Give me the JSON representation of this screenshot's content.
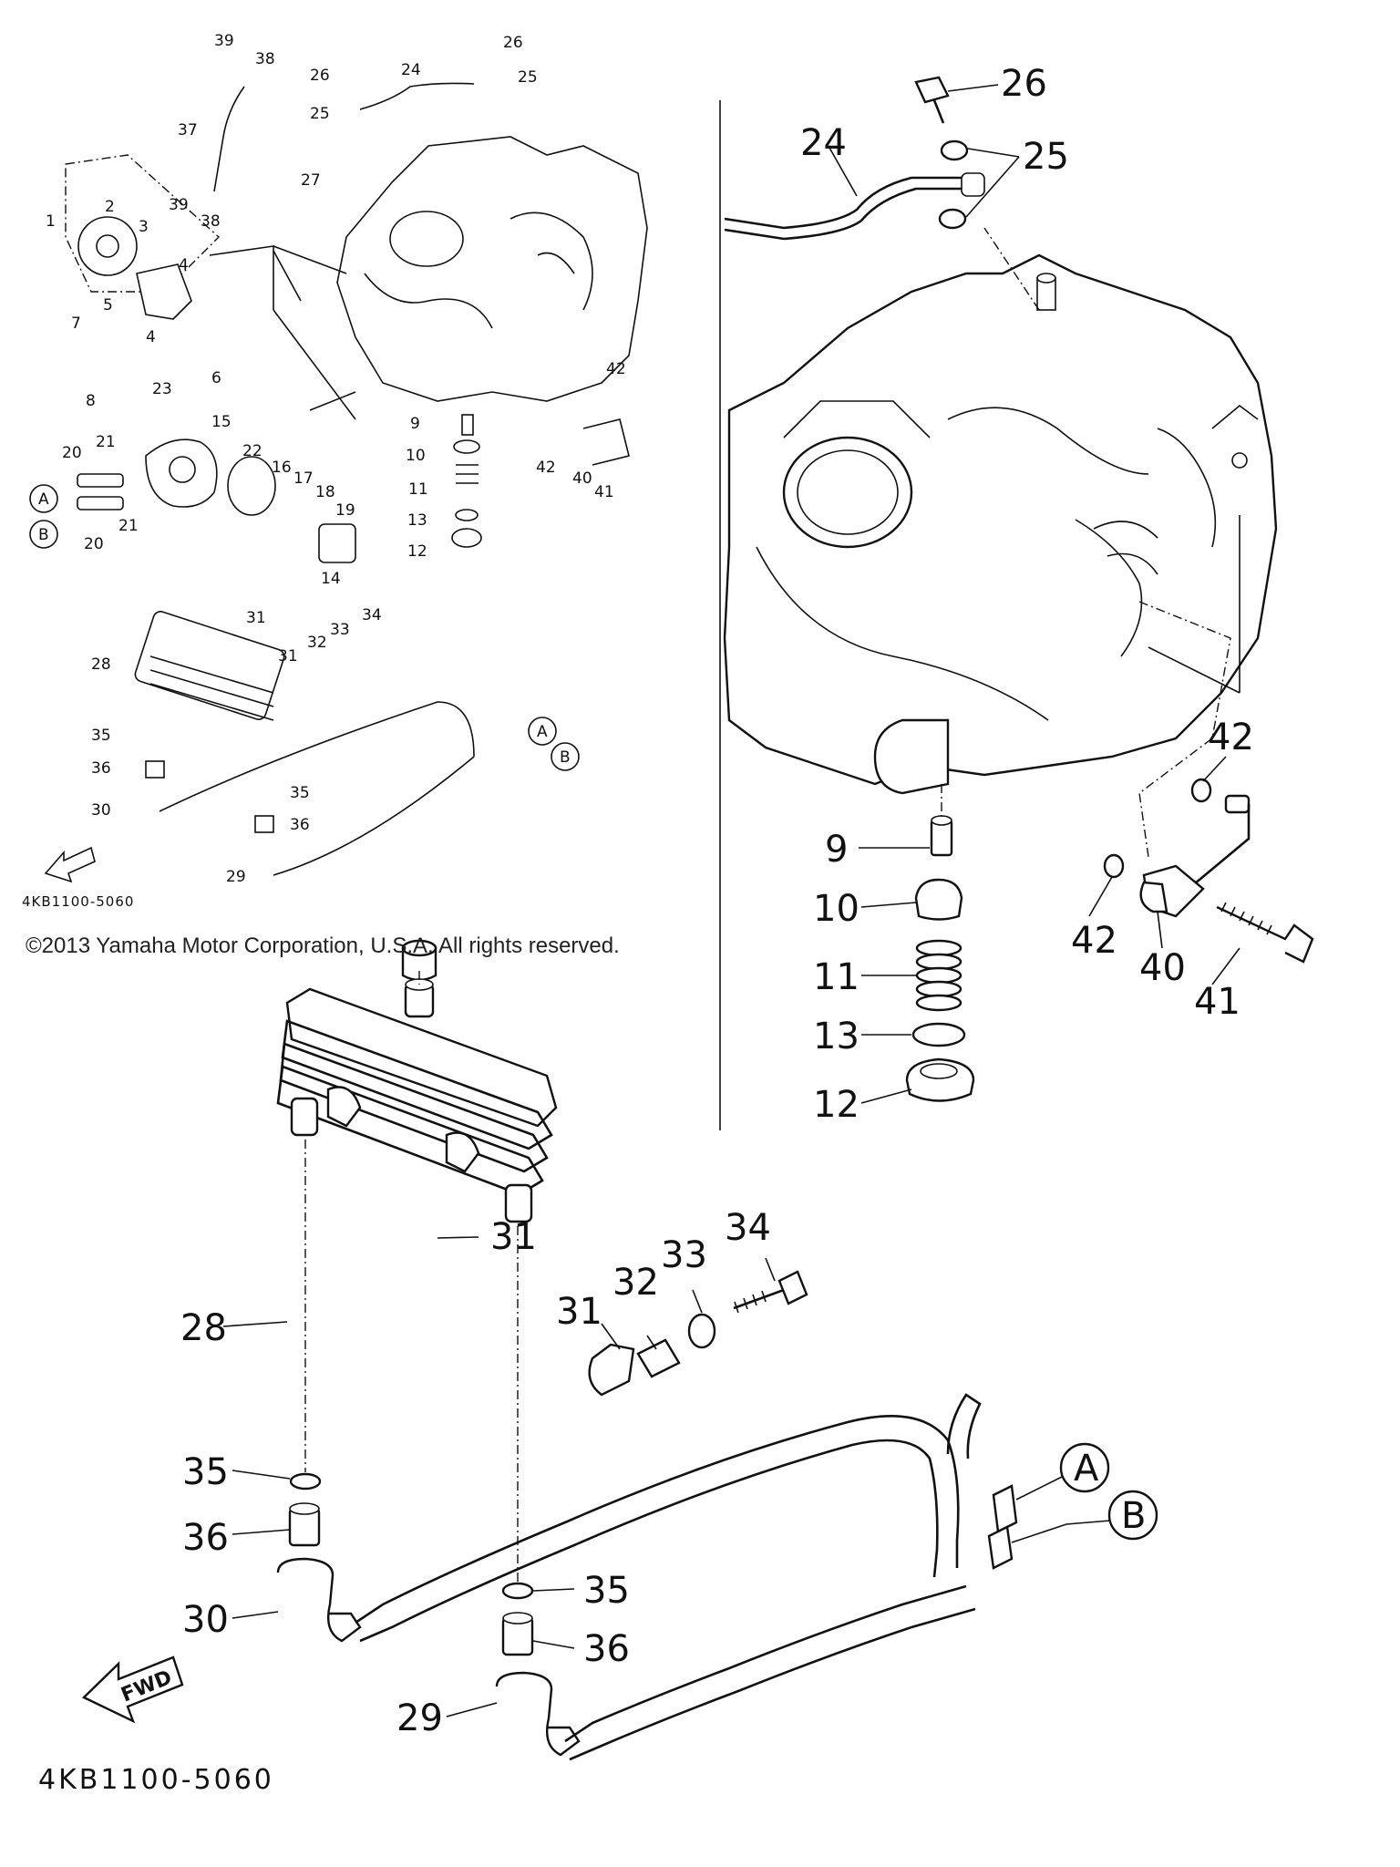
{
  "copyright": "©2013 Yamaha Motor Corporation, U.S.A. All rights reserved.",
  "diagram_code": "4KB1100-5060",
  "fwd_label": "FWD",
  "overview_labels": [
    "1",
    "2",
    "3",
    "4",
    "4",
    "5",
    "6",
    "7",
    "8",
    "9",
    "10",
    "11",
    "12",
    "13",
    "14",
    "15",
    "16",
    "17",
    "18",
    "19",
    "20",
    "20",
    "21",
    "21",
    "22",
    "23",
    "24",
    "25",
    "25",
    "26",
    "26",
    "27",
    "28",
    "29",
    "30",
    "31",
    "31",
    "32",
    "33",
    "34",
    "35",
    "35",
    "36",
    "36",
    "37",
    "38",
    "38",
    "39",
    "39",
    "40",
    "41",
    "42",
    "42"
  ],
  "detail_labels": {
    "crankcase": [
      "26",
      "25",
      "24",
      "9",
      "10",
      "11",
      "13",
      "12",
      "42",
      "42",
      "40",
      "41"
    ],
    "cooler": [
      "31",
      "31",
      "32",
      "33",
      "34",
      "28",
      "35",
      "36",
      "30",
      "35",
      "36",
      "29"
    ]
  },
  "connectors": [
    "A",
    "B"
  ]
}
